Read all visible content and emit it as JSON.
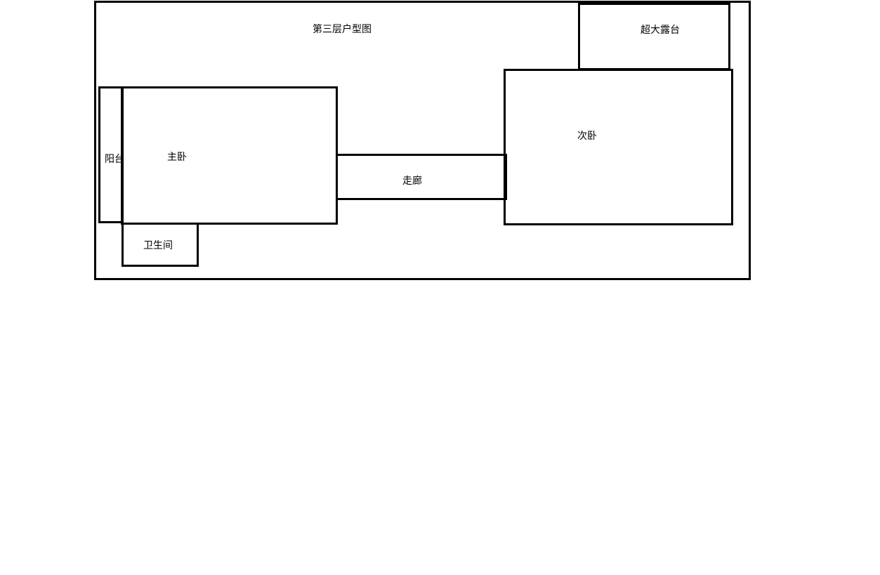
{
  "floor_plan": {
    "title": "第三层户型图",
    "rooms": {
      "terrace": "超大露台",
      "balcony": "阳台",
      "master_bedroom": "主卧",
      "corridor": "走廊",
      "second_bedroom": "次卧",
      "bathroom": "卫生间"
    }
  },
  "colors": {
    "line": "#000000",
    "background": "#ffffff"
  }
}
